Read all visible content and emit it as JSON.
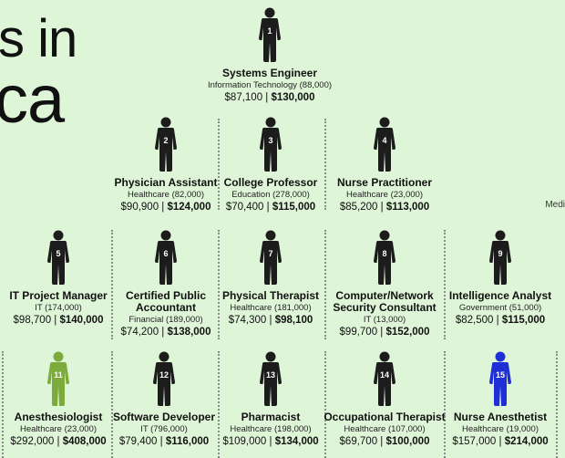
{
  "header": {
    "title_fragment_1": "s in",
    "title_fragment_2": "ca",
    "edge_fragment": "Medi"
  },
  "colors": {
    "default_figure": "#1c1c1c",
    "highlight_green": "#7cab3c",
    "highlight_blue": "#1f2fd8",
    "background": "#dff5d8"
  },
  "jobs": [
    {
      "rank": "1",
      "title": "Systems Engineer",
      "industry": "Information Technology (88,000)",
      "median": "$87,100",
      "top": "$130,000"
    },
    {
      "rank": "2",
      "title": "Physician Assistant",
      "industry": "Healthcare (82,000)",
      "median": "$90,900",
      "top": "$124,000"
    },
    {
      "rank": "3",
      "title": "College Professor",
      "industry": "Education (278,000)",
      "median": "$70,400",
      "top": "$115,000"
    },
    {
      "rank": "4",
      "title": "Nurse Practitioner",
      "industry": "Healthcare (23,000)",
      "median": "$85,200",
      "top": "$113,000"
    },
    {
      "rank": "5",
      "title": "IT Project Manager",
      "industry": "IT (174,000)",
      "median": "$98,700",
      "top": "$140,000"
    },
    {
      "rank": "6",
      "title": "Certified Public Accountant",
      "industry": "Financial (189,000)",
      "median": "$74,200",
      "top": "$138,000"
    },
    {
      "rank": "7",
      "title": "Physical Therapist",
      "industry": "Healthcare (181,000)",
      "median": "$74,300",
      "top": "$98,100"
    },
    {
      "rank": "8",
      "title": "Computer/Network Security Consultant",
      "industry": "IT (13,000)",
      "median": "$99,700",
      "top": "$152,000"
    },
    {
      "rank": "9",
      "title": "Intelligence Analyst",
      "industry": "Government (51,000)",
      "median": "$82,500",
      "top": "$115,000"
    },
    {
      "rank": "11",
      "title": "Anesthesiologist",
      "industry": "Healthcare (23,000)",
      "median": "$292,000",
      "top": "$408,000"
    },
    {
      "rank": "12",
      "title": "Software Developer",
      "industry": "IT (796,000)",
      "median": "$79,400",
      "top": "$116,000"
    },
    {
      "rank": "13",
      "title": "Pharmacist",
      "industry": "Healthcare (198,000)",
      "median": "$109,000",
      "top": "$134,000"
    },
    {
      "rank": "14",
      "title": "Occupational Therapist",
      "industry": "Healthcare (107,000)",
      "median": "$69,700",
      "top": "$100,000"
    },
    {
      "rank": "15",
      "title": "Nurse Anesthetist",
      "industry": "Healthcare (19,000)",
      "median": "$157,000",
      "top": "$214,000"
    }
  ]
}
